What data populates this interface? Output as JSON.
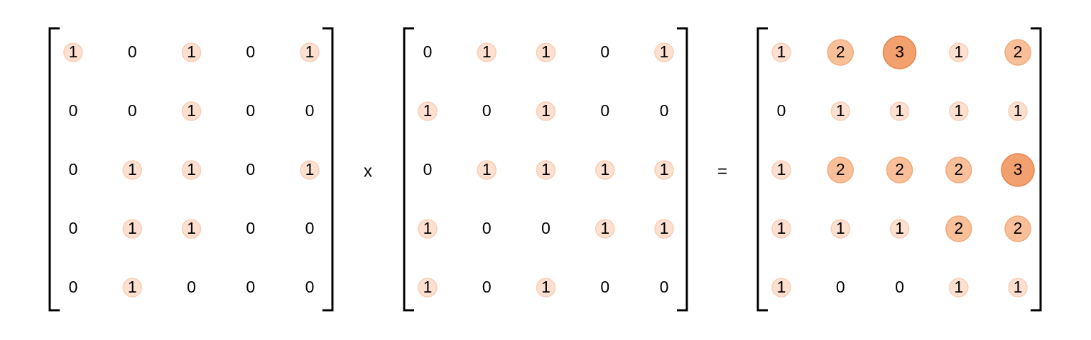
{
  "operators": {
    "multiply": "x",
    "equals": "="
  },
  "colors": {
    "level_1_fill": "#fde0d0",
    "level_1_stroke": "#f9cdb5",
    "level_2_fill": "#f8bf99",
    "level_2_stroke": "#f2aa7b",
    "level_3_fill": "#f2a06e",
    "level_3_stroke": "#e6874f",
    "text": "#000000",
    "bracket": "#000000"
  },
  "matrices": [
    {
      "name": "matrix-a",
      "rows": [
        [
          1,
          0,
          1,
          0,
          1
        ],
        [
          0,
          0,
          1,
          0,
          0
        ],
        [
          0,
          1,
          1,
          0,
          1
        ],
        [
          0,
          1,
          1,
          0,
          0
        ],
        [
          0,
          1,
          0,
          0,
          0
        ]
      ]
    },
    {
      "name": "matrix-b",
      "rows": [
        [
          0,
          1,
          1,
          0,
          1
        ],
        [
          1,
          0,
          1,
          0,
          0
        ],
        [
          0,
          1,
          1,
          1,
          1
        ],
        [
          1,
          0,
          0,
          1,
          1
        ],
        [
          1,
          0,
          1,
          0,
          0
        ]
      ]
    },
    {
      "name": "matrix-result",
      "rows": [
        [
          1,
          2,
          3,
          1,
          2
        ],
        [
          0,
          1,
          1,
          1,
          1
        ],
        [
          1,
          2,
          2,
          2,
          3
        ],
        [
          1,
          1,
          1,
          2,
          2
        ],
        [
          1,
          0,
          0,
          1,
          1
        ]
      ]
    }
  ]
}
